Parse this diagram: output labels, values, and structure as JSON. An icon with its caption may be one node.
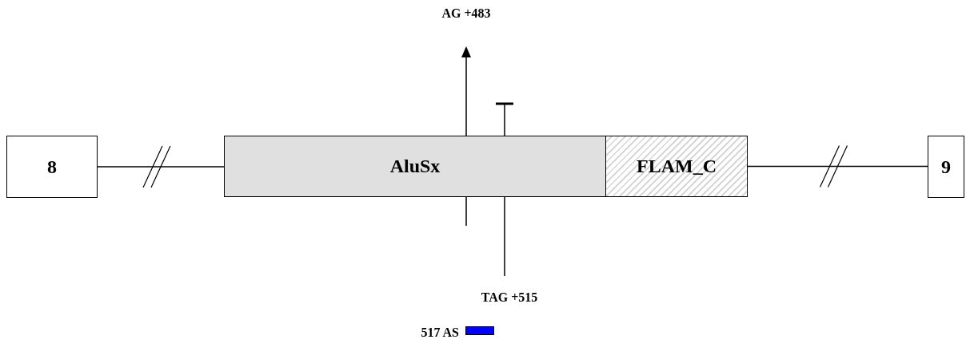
{
  "diagram": {
    "nodes": [
      {
        "text": [
          "8"
        ]
      },
      {
        "text": [
          "AluSx"
        ]
      },
      {
        "text": [
          "FLAM_C"
        ]
      },
      {
        "text": [
          "9"
        ]
      }
    ],
    "edges": [
      {
        "from": 0,
        "to": 1,
        "arrow": "none"
      },
      {
        "from": 2,
        "to": 3,
        "arrow": "none"
      }
    ],
    "labels": [
      "AG +483",
      "TAG +515"
    ],
    "legend": [
      {
        "text": "517 AS",
        "color": "#0000ff"
      }
    ]
  }
}
